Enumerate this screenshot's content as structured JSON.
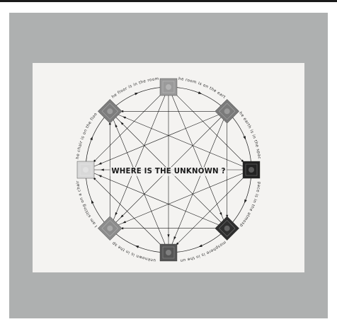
{
  "artwork": {
    "center_title": "WHERE IS THE UNKNOWN ?",
    "phrases": [
      "the room is on the earth",
      "the earth is in the space",
      "the space is in the atmosphere",
      "the atmosphere is in the unknown",
      "the unknown is in the space",
      "I am sitting on a chair",
      "the chair is on the floor",
      "the floor is in the room"
    ],
    "photo_tones": [
      "#9a9a9a",
      "#7a7a7a",
      "#222222",
      "#2e2e2e",
      "#555555",
      "#8c8c8c",
      "#d8d8d8",
      "#7d7d7d"
    ],
    "colors": {
      "mat": "#aeb0b0",
      "paper": "#f4f3f1",
      "ink": "#1a1a1a"
    }
  }
}
